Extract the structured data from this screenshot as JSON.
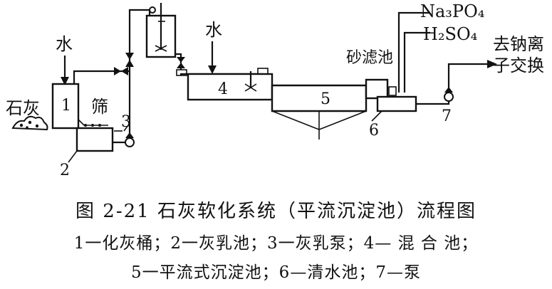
{
  "diagram": {
    "labels": {
      "lime": "石灰",
      "water_1": "水",
      "water_2": "水",
      "screen": "筛",
      "sand_filter": "砂滤池",
      "na3po4": "Na₃PO₄",
      "h2so4": "H₂SO₄",
      "to_exchange_line1": "去钠离",
      "to_exchange_line2": "子交换"
    },
    "numbers": {
      "n1": "1",
      "n2": "2",
      "n3": "3",
      "n4": "4",
      "n5": "5",
      "n6": "6",
      "n7": "7"
    }
  },
  "caption": {
    "title": "图 2-21   石灰软化系统（平流沉淀池）流程图",
    "legend_line_1": "1一化灰桶；2一灰乳池；3一灰乳泵；4— 混 合 池；",
    "legend_line_2": "5一平流式沉淀池；6—清水池；7—泵"
  }
}
